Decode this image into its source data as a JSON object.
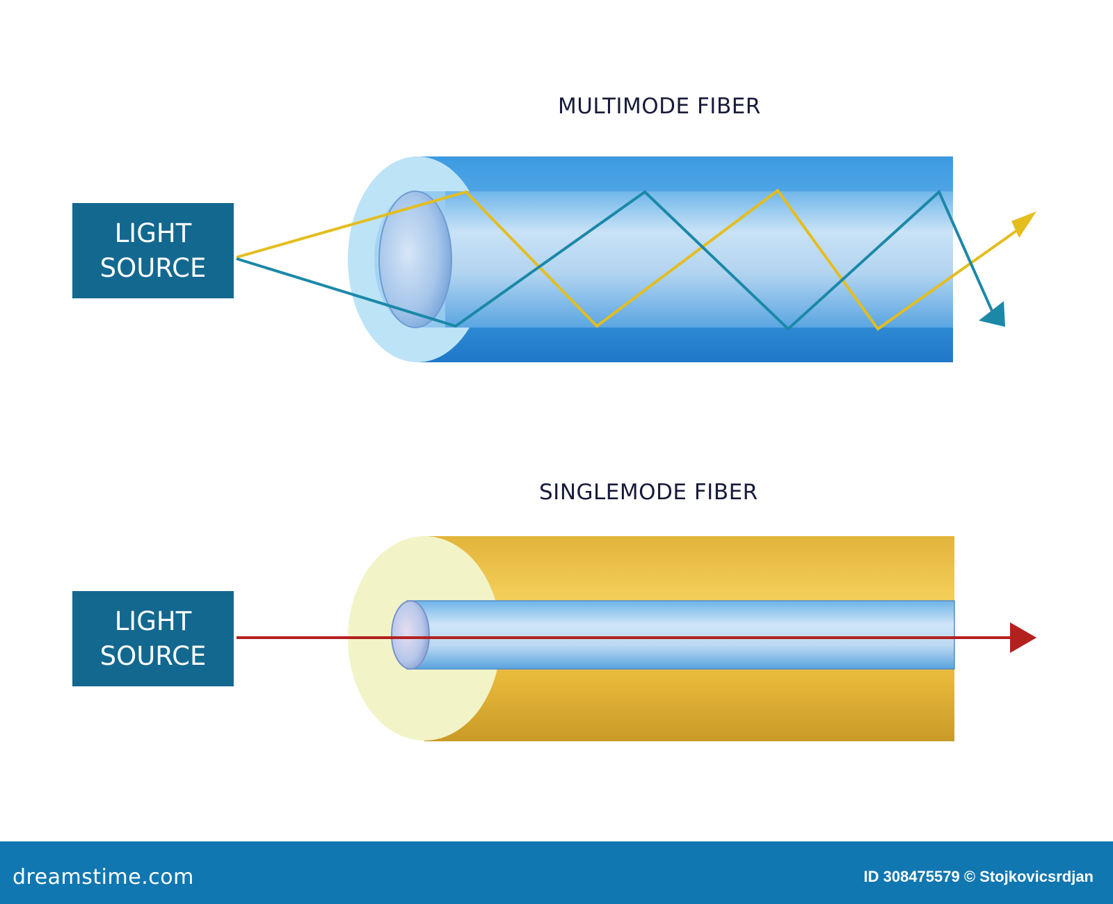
{
  "multimode": {
    "title": "MULTIMODE FIBER",
    "source_line1": "LIGHT",
    "source_line2": "SOURCE"
  },
  "singlemode": {
    "title": "SINGLEMODE FIBER",
    "source_line1": "LIGHT",
    "source_line2": "SOURCE"
  },
  "footer": {
    "logo": "dreamstime.com",
    "credit": "ID 308475579 © Stojkovicsrdjan"
  },
  "colors": {
    "source_box": "#13688f",
    "multimode_fiber": "#2f8fd6",
    "singlemode_fiber": "#e6b838",
    "ray_yellow": "#e8c020",
    "ray_teal": "#1a87a8",
    "ray_red": "#b02020",
    "footer": "#1177b0"
  }
}
